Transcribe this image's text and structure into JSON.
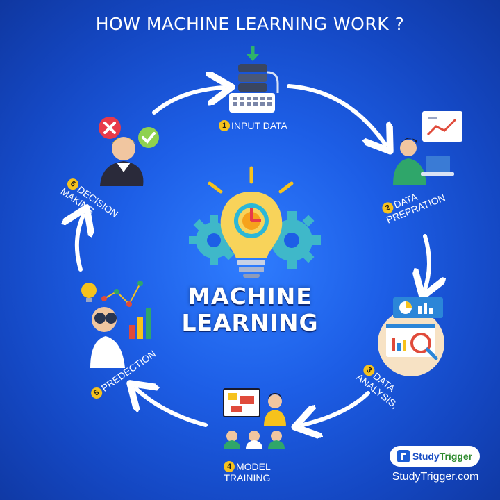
{
  "header": {
    "title": "HOW MACHINE LEARNING WORK ?"
  },
  "center": {
    "line1": "MACHINE",
    "line2": "LEARNING"
  },
  "steps": [
    {
      "num": "1",
      "label": "INPUT DATA"
    },
    {
      "num": "2",
      "label": "DATA",
      "label2": "PREPRATION"
    },
    {
      "num": "3",
      "label": "DATA",
      "label2": "ANALYSIS,"
    },
    {
      "num": "4",
      "label": "MODEL",
      "label2": "TRAINING"
    },
    {
      "num": "5",
      "label": "PREDECTION"
    },
    {
      "num": "6",
      "label": "DECISION",
      "label2": "MAKING"
    }
  ],
  "brand": {
    "name_part1": "Study",
    "name_part2": "Trigger",
    "site": "StudyTrigger.com"
  },
  "colors": {
    "background": "#1d5ee6",
    "badge": "#f6c21c",
    "arrow": "#ffffff",
    "gear": "#3fb8c9",
    "bulb": "#f6c21c"
  },
  "icons": [
    "database-keyboard-icon",
    "analyst-laptop-icon",
    "analytics-dashboard-icon",
    "presentation-team-icon",
    "prediction-binoculars-icon",
    "decision-person-icon",
    "lightbulb-gears-icon"
  ]
}
